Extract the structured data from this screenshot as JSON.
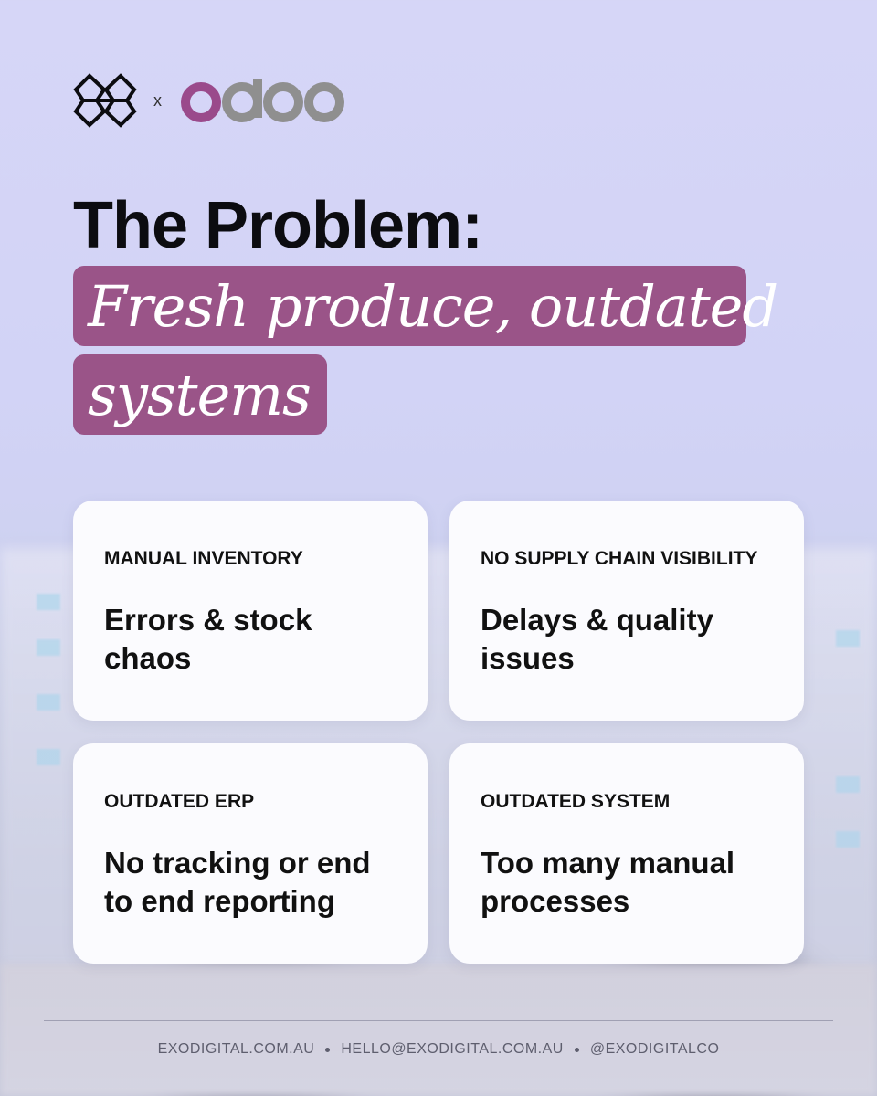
{
  "brand": {
    "exo_logo": "exo-logo-icon",
    "separator": "x",
    "partner_logo": "odoo",
    "colors": {
      "odoo_purple": "#9a4a8b",
      "odoo_grey": "#8f8f8f",
      "highlight": "#9a5488"
    }
  },
  "headline": {
    "title": "The Problem:",
    "highlight_line1": "Fresh produce, outdated",
    "highlight_line2": "systems"
  },
  "cards": [
    {
      "label": "MANUAL INVENTORY",
      "text": "Errors & stock chaos"
    },
    {
      "label": "NO SUPPLY CHAIN VISIBILITY",
      "text": "Delays & quality issues"
    },
    {
      "label": "OUTDATED ERP",
      "text": "No tracking or end to end reporting"
    },
    {
      "label": "OUTDATED SYSTEM",
      "text": "Too many manual processes"
    }
  ],
  "footer": {
    "website": "EXODIGITAL.COM.AU",
    "email": "HELLO@EXODIGITAL.COM.AU",
    "handle": "@EXODIGITALCO"
  }
}
